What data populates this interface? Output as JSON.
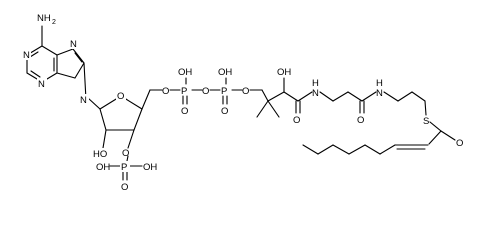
{
  "molecule": {
    "atom_labels": {
      "amine_nh2": "NH",
      "amine_nh2_sub": "2",
      "purine_n1": "N",
      "purine_n3": "N",
      "purine_n7": "N",
      "purine_n9": "N",
      "ribose_o": "O",
      "ribose_oh": "HO",
      "phosphate3_o": "O",
      "phosphate3_p": "P",
      "phosphate3_oh1": "OH",
      "phosphate3_oh2": "OH",
      "phosphate3_o_eq": "O",
      "link_o1": "O",
      "diphosphate_p1": "P",
      "diphosphate_p1_oh": "OH",
      "diphosphate_p1_o_eq": "O",
      "bridge_o": "O",
      "diphosphate_p2": "P",
      "diphosphate_p2_oh": "OH",
      "diphosphate_p2_o_eq": "O",
      "link_o2": "O",
      "pantoate_oh": "OH",
      "pantoate_co_o": "O",
      "amide_nh1": "H",
      "amide_n1": "N",
      "amide_co_o": "O",
      "amide_nh2": "H",
      "amide_n2": "N",
      "thioester_s": "S",
      "thioester_co_o": "O"
    }
  }
}
